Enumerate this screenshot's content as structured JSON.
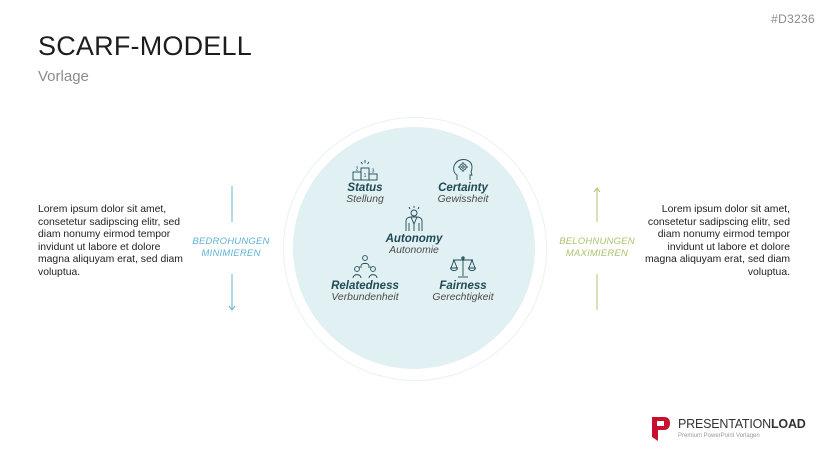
{
  "slide_id": "#D3236",
  "title": "SCARF-MODELL",
  "subtitle": "Vorlage",
  "left_text": "Lorem ipsum dolor sit amet, consetetur sadipscing elitr, sed diam nonumy eirmod tempor invidunt ut labore et dolore magna aliquyam erat, sed diam voluptua.",
  "right_text": "Lorem ipsum dolor sit amet, consetetur sadipscing elitr, sed diam nonumy eirmod tempor invidunt ut labore et dolore magna aliquyam erat, sed diam voluptua.",
  "left_label": {
    "line1": "BEDROHUNGEN",
    "line2": "MINIMIEREN",
    "color": "#5fb3d4"
  },
  "right_label": {
    "line1": "BELOHNUNGEN",
    "line2": "MAXIMIEREN",
    "color": "#a9c56e"
  },
  "items": {
    "status": {
      "title": "Status",
      "sub": "Stellung",
      "icon": "podium-icon"
    },
    "certainty": {
      "title": "Certainty",
      "sub": "Gewissheit",
      "icon": "head-gear-icon"
    },
    "autonomy": {
      "title": "Autonomy",
      "sub": "Autonomie",
      "icon": "person-suit-icon"
    },
    "relatedness": {
      "title": "Relatedness",
      "sub": "Verbundenheit",
      "icon": "people-network-icon"
    },
    "fairness": {
      "title": "Fairness",
      "sub": "Gerechtigkeit",
      "icon": "scales-icon"
    }
  },
  "colors": {
    "circle": "#e1f0f2",
    "heading": "#1f4a55",
    "logo_red": "#c8102e"
  },
  "logo": {
    "part1": "PRESENTATION",
    "part2": "LOAD",
    "tagline": "Premium PowerPoint Vorlagen"
  }
}
